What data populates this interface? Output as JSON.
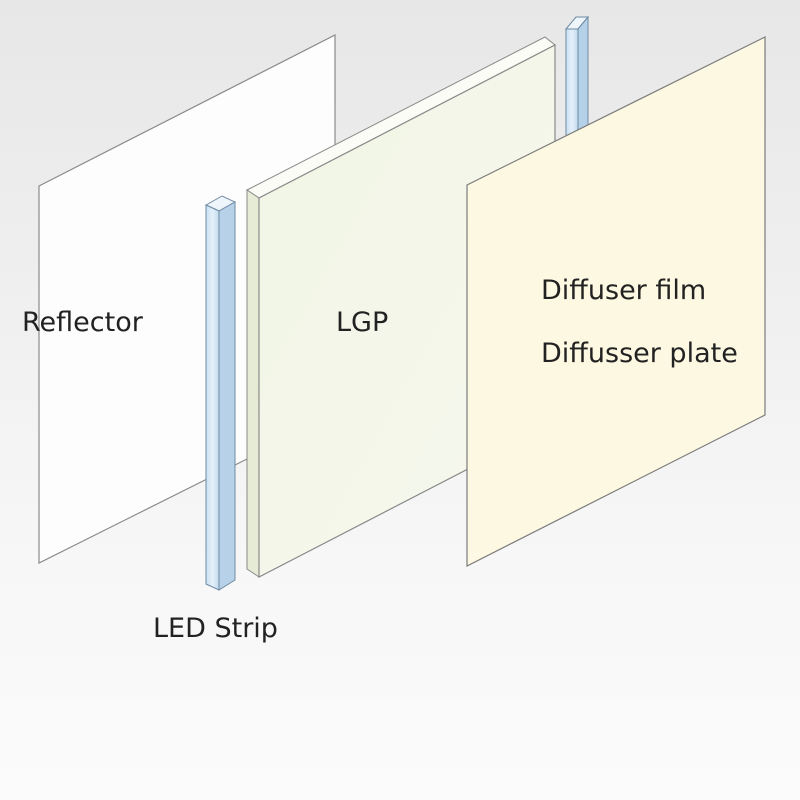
{
  "labels": {
    "reflector": "Reflector",
    "lgp": "LGP",
    "led_strip": "LED Strip",
    "diffuser_film": "Diffuser film",
    "diffuser_plate": "Diffusser plate"
  },
  "colors": {
    "reflector": "#fdfdfd",
    "led_strip": "#d6e8f6",
    "lgp": "#f4f7ea",
    "diffuser": "#fdf8e2",
    "outline": "#7b7b7b"
  }
}
